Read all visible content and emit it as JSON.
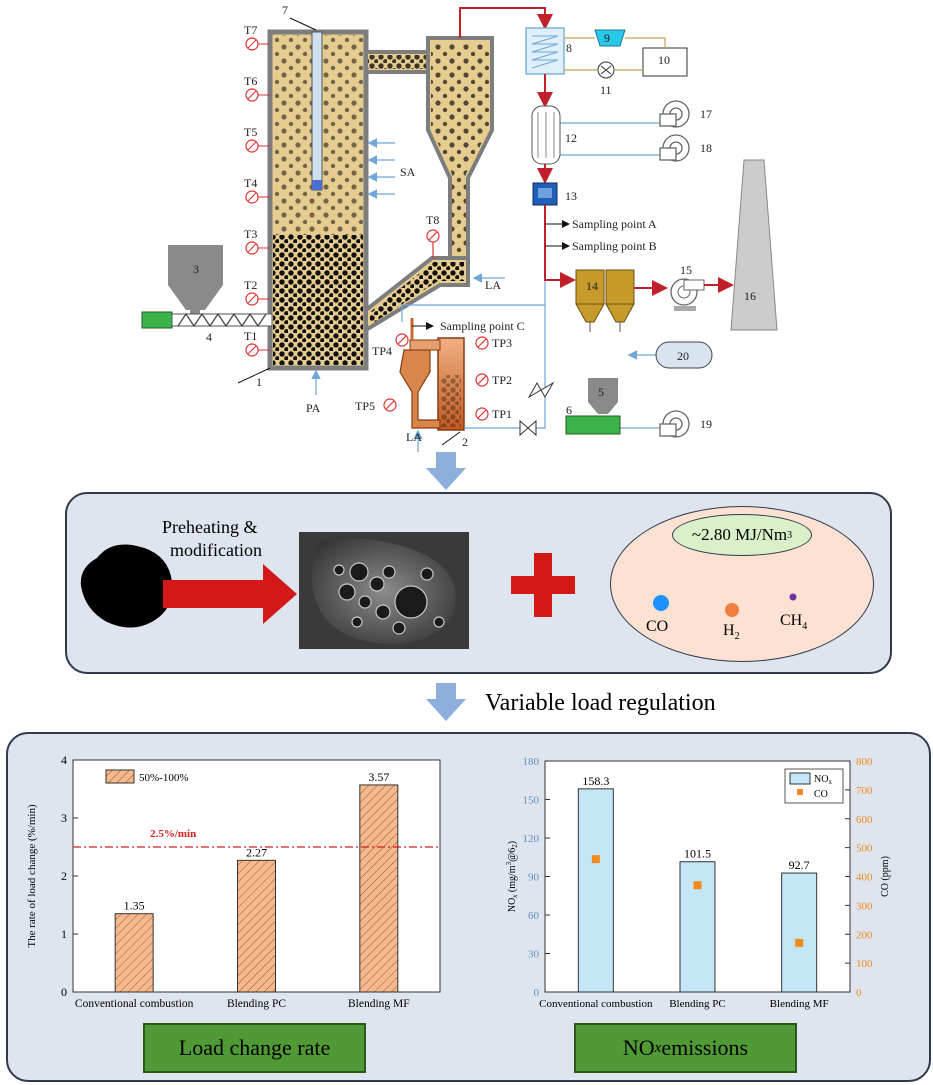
{
  "schematic": {
    "temps": [
      "T7",
      "T6",
      "T5",
      "T4",
      "T3",
      "T2",
      "T1"
    ],
    "tp_labels": [
      "TP3",
      "TP2",
      "TP1",
      "TP4",
      "TP5"
    ],
    "t8": "T8",
    "numbers": [
      "1",
      "2",
      "3",
      "4",
      "5",
      "6",
      "7",
      "8",
      "9",
      "10",
      "11",
      "12",
      "13",
      "14",
      "15",
      "16",
      "17",
      "18",
      "19",
      "20"
    ],
    "air": {
      "sa": "SA",
      "pa": "PA",
      "la_top": "LA",
      "la_bottom": "LA"
    },
    "sampling": {
      "a": "Sampling point A",
      "b": "Sampling point B",
      "c": "Sampling point C"
    }
  },
  "middle": {
    "process_text_line1": "Preheating &",
    "process_text_line2": "modification",
    "gas_heat": "~2.80 MJ/Nm",
    "gas_heat_sup": "3",
    "species": [
      "CO",
      "H",
      "2",
      "CH",
      "4"
    ],
    "colors": {
      "co": "#1e90ff",
      "h2": "#f08040",
      "ch4": "#7030a0"
    }
  },
  "caption": "Variable load regulation",
  "chart_load": {
    "chart_data": {
      "type": "bar",
      "categories": [
        "Conventional combustion",
        "Blending PC",
        "Blending MF"
      ],
      "series": [
        {
          "name": "50%-100%",
          "values": [
            1.35,
            2.27,
            3.57
          ]
        }
      ],
      "value_labels": [
        "1.35",
        "2.27",
        "3.57"
      ],
      "ylabel": "The rate of load change (%/min)",
      "ylim": [
        0,
        4
      ],
      "yticks": [
        "0",
        "1",
        "2",
        "3",
        "4"
      ],
      "threshold": {
        "value": 2.5,
        "label": "2.5%/min",
        "color": "#d42020"
      },
      "bar_color": "#f4b98c"
    },
    "title": "Load change rate"
  },
  "chart_nox": {
    "chart_data": {
      "type": "bar",
      "categories": [
        "Conventional combustion",
        "Blending PC",
        "Blending MF"
      ],
      "series": [
        {
          "name": "NO",
          "name_sub": "x",
          "axis": "left",
          "values": [
            158.3,
            101.5,
            92.7
          ]
        },
        {
          "name": "CO",
          "axis": "right",
          "type": "scatter",
          "values": [
            460,
            370,
            170
          ]
        }
      ],
      "value_labels": [
        "158.3",
        "101.5",
        "92.7"
      ],
      "ylabel_left": "NO",
      "ylabel_left_rest": " (mg/m",
      "ylabel_left_tail": "@6",
      "ylabel_right": "CO (ppm)",
      "ylim_left": [
        0,
        180
      ],
      "yticks_left": [
        "0",
        "30",
        "60",
        "90",
        "120",
        "150",
        "180"
      ],
      "ylim_right": [
        0,
        800
      ],
      "yticks_right": [
        "0",
        "100",
        "200",
        "300",
        "400",
        "500",
        "600",
        "700",
        "800"
      ],
      "bar_color": "#c5e6f7",
      "co_color": "#f08a1a"
    },
    "title_main": "NO",
    "title_sub": "x",
    "title_tail": " emissions"
  }
}
